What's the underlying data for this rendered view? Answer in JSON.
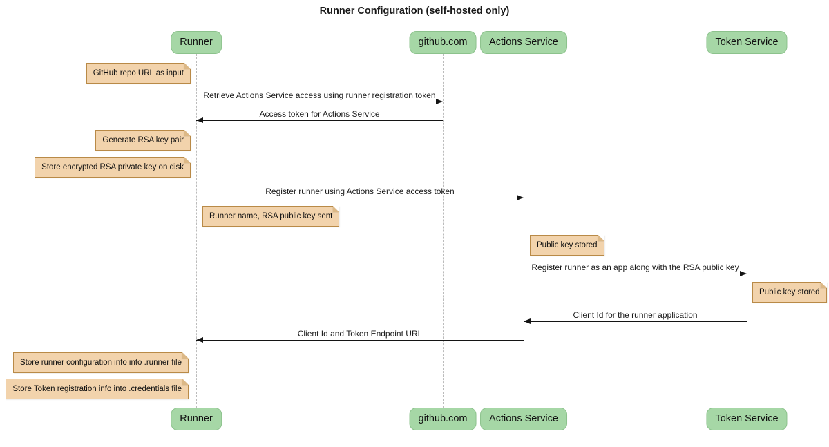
{
  "title": "Runner Configuration (self-hosted only)",
  "participants": [
    {
      "id": "runner",
      "label": "Runner"
    },
    {
      "id": "github",
      "label": "github.com"
    },
    {
      "id": "actions-service",
      "label": "Actions Service"
    },
    {
      "id": "token-service",
      "label": "Token Service"
    }
  ],
  "messages": [
    {
      "text": "Retrieve Actions Service access using runner registration token",
      "from": "Runner",
      "to": "github.com"
    },
    {
      "text": "Access token for Actions Service",
      "from": "github.com",
      "to": "Runner"
    },
    {
      "text": "Register runner using Actions Service access token",
      "from": "Runner",
      "to": "Actions Service"
    },
    {
      "text": "Register runner as an app along with the RSA public key",
      "from": "Actions Service",
      "to": "Token Service"
    },
    {
      "text": "Client Id for the runner application",
      "from": "Token Service",
      "to": "Actions Service"
    },
    {
      "text": "Client Id and Token Endpoint URL",
      "from": "Actions Service",
      "to": "Runner"
    }
  ],
  "notes": [
    {
      "text": "GitHub repo URL as input",
      "position": "left of Runner"
    },
    {
      "text": "Generate RSA key pair",
      "position": "left of Runner"
    },
    {
      "text": "Store encrypted RSA private key on disk",
      "position": "left of Runner"
    },
    {
      "text": "Runner name, RSA public key sent",
      "position": "right of Runner"
    },
    {
      "text": "Public key stored",
      "position": "right of Actions Service"
    },
    {
      "text": "Public key stored",
      "position": "right of Token Service"
    },
    {
      "text": "Store runner configuration info into .runner file",
      "position": "left of Runner"
    },
    {
      "text": "Store Token registration info into .credentials file",
      "position": "left of Runner"
    }
  ],
  "colors": {
    "participant_fill": "#A6D7A6",
    "participant_border": "#8CC28C",
    "note_fill": "#F2D3AC",
    "note_border": "#B98A47",
    "note_fold": "#DCB886",
    "lifeline": "#BBBBBB",
    "arrow": "#141414",
    "background": "#FFFFFF"
  }
}
